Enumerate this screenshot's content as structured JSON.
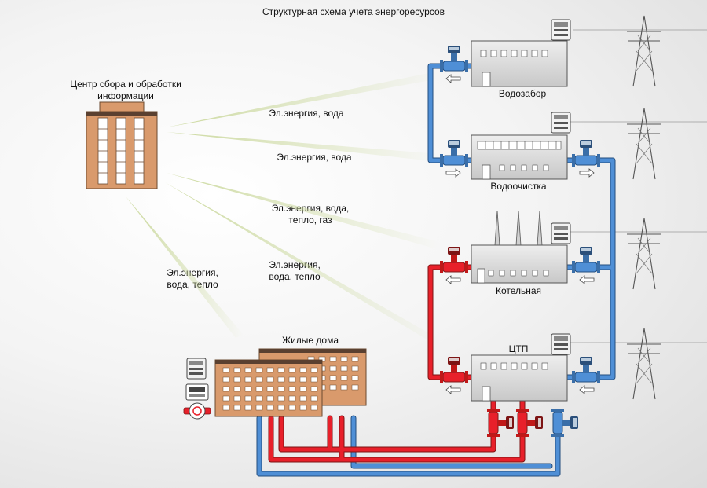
{
  "title": "Структурная схема учета энергоресурсов",
  "center": {
    "label": "Центр сбора и обработки\nинформации"
  },
  "links": [
    {
      "label": "Эл.энергия, вода"
    },
    {
      "label": "Эл.энергия, вода"
    },
    {
      "label": "Эл.энергия, вода,\nтепло, газ"
    },
    {
      "label": "Эл.энергия,\nвода, тепло"
    },
    {
      "label": "Эл.энергия,\nвода, тепло"
    }
  ],
  "facilities": {
    "vodozabor": "Водозабор",
    "vodoochistka": "Водоочистка",
    "kotelnaya": "Котельная",
    "ctp": "ЦТП",
    "houses": "Жилые дома"
  },
  "colors": {
    "hot_pipe": "#e8202a",
    "cold_pipe": "#4f8fd6",
    "building": "#d9d9d9",
    "brick": "#d99a6c",
    "beam": "#c9d79a"
  }
}
